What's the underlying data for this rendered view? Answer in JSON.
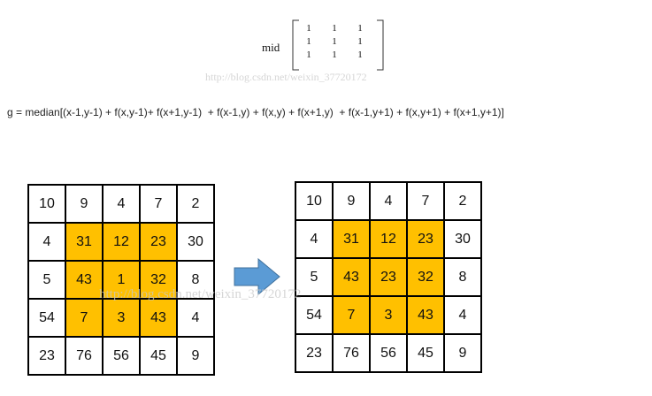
{
  "kernel": {
    "label": "mid",
    "values": [
      [
        "1",
        "1",
        "1"
      ],
      [
        "1",
        "1",
        "1"
      ],
      [
        "1",
        "1",
        "1"
      ]
    ]
  },
  "watermarks": [
    "http://blog.csdn.net/weixin_37720172",
    "http://blog.csdn.net/weixin_37720172"
  ],
  "formula": "g = median[(x-1,y-1) + f(x,y-1)+ f(x+1,y-1)  + f(x-1,y) + f(x,y) + f(x+1,y)  + f(x-1,y+1) + f(x,y+1) + f(x+1,y+1)]",
  "highlight_color": "#ffc000",
  "arrow_color": "#5b9bd5",
  "grid_before": [
    [
      "10",
      "9",
      "4",
      "7",
      "2"
    ],
    [
      "4",
      "31",
      "12",
      "23",
      "30"
    ],
    [
      "5",
      "43",
      "1",
      "32",
      "8"
    ],
    [
      "54",
      "7",
      "3",
      "43",
      "4"
    ],
    [
      "23",
      "76",
      "56",
      "45",
      "9"
    ]
  ],
  "grid_after": [
    [
      "10",
      "9",
      "4",
      "7",
      "2"
    ],
    [
      "4",
      "31",
      "12",
      "23",
      "30"
    ],
    [
      "5",
      "43",
      "23",
      "32",
      "8"
    ],
    [
      "54",
      "7",
      "3",
      "43",
      "4"
    ],
    [
      "23",
      "76",
      "56",
      "45",
      "9"
    ]
  ]
}
